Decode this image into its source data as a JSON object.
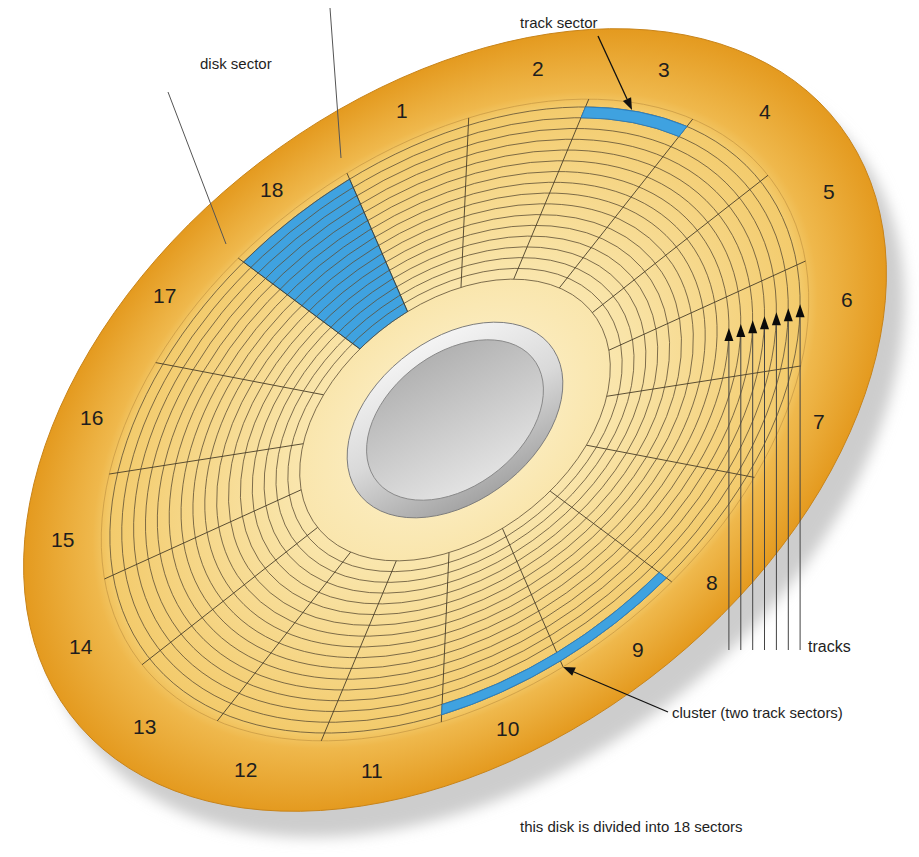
{
  "diagram": {
    "caption": "this disk is divided into 18 sectors",
    "labels": [
      "track sector",
      "disk sector",
      "1",
      "2",
      "3",
      "4",
      "5",
      "6",
      "7",
      "8",
      "9",
      "10",
      "11",
      "12",
      "13",
      "14",
      "15",
      "16",
      "17",
      "18",
      "tracks",
      "cluster (two track sectors)"
    ]
  }
}
